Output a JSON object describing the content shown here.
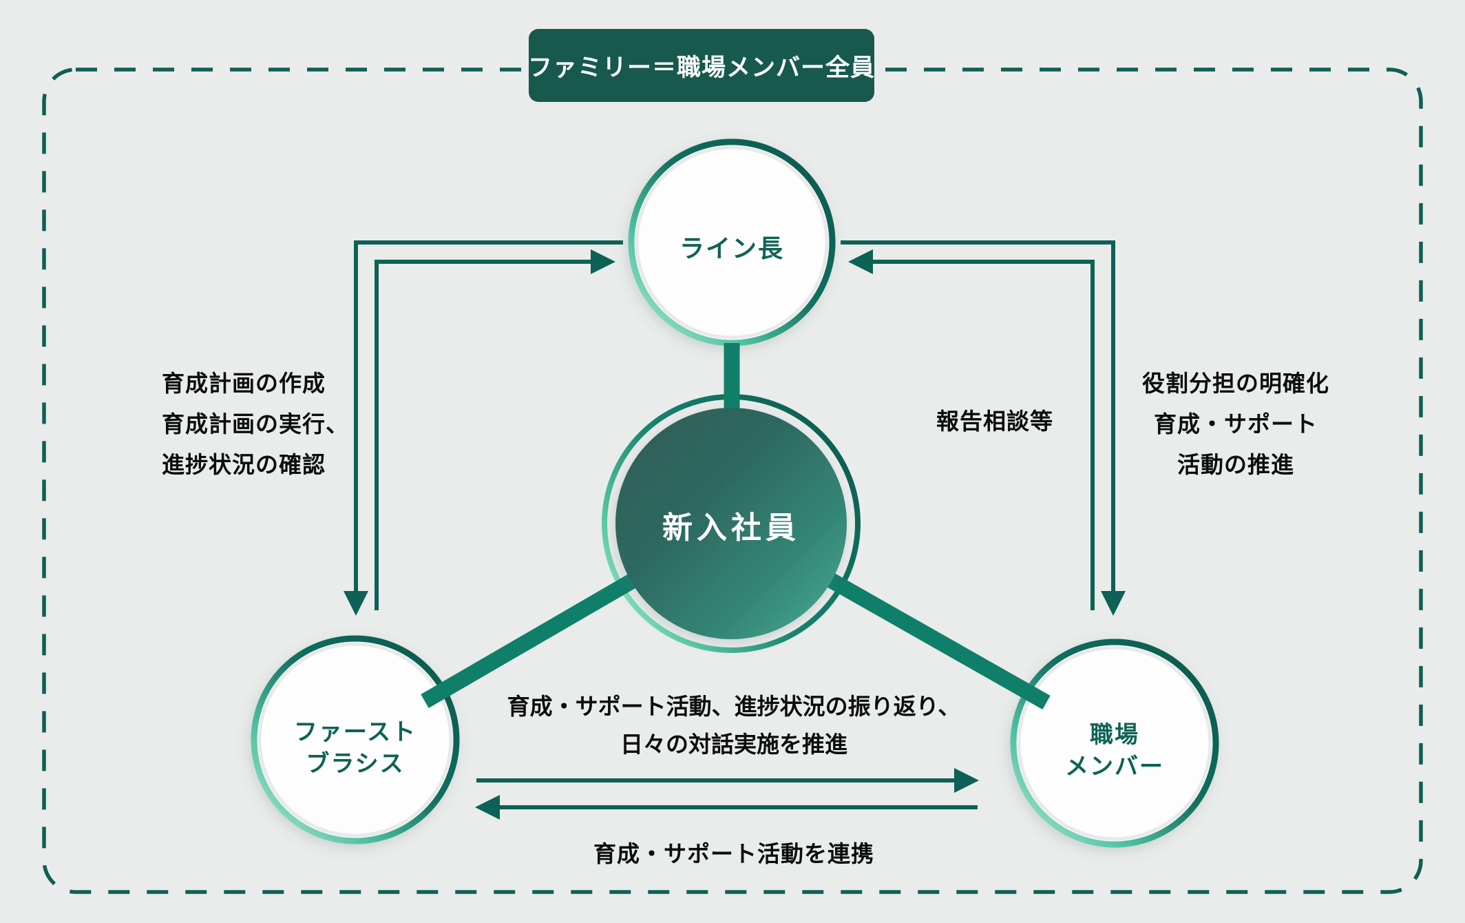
{
  "title": "ファミリー＝職場メンバー全員",
  "nodes": {
    "center": "新入社員",
    "top": "ライン長",
    "bottom_left_line1": "ファースト",
    "bottom_left_line2": "ブラシス",
    "bottom_right_line1": "職場",
    "bottom_right_line2": "メンバー"
  },
  "labels": {
    "left_line1": "育成計画の作成",
    "left_line2": "育成計画の実行、",
    "left_line3": "進捗状況の確認",
    "report": "報告相談等",
    "right_line1": "役割分担の明確化",
    "right_line2": "育成・サポート",
    "right_line3": "活動の推進",
    "bottom_mid_line1": "育成・サポート活動、進捗状況の振り返り、",
    "bottom_mid_line2": "日々の対話実施を推進",
    "bottom_link": "育成・サポート活動を連携"
  },
  "palette": {
    "background": "#e9eceb",
    "title_box_bg": "#17594d",
    "title_text": "#ffffff",
    "arrow_line": "#0e6157",
    "dashed_border": "#0f5f55",
    "thick_connector": "#0f7f6a",
    "circle_label_text": "#0d6355",
    "black_text": "#0c0d0d",
    "center_gradient_dark": "#1b4a41",
    "center_gradient_light": "#2f9e83",
    "ring_gradient_dark": "#07544a",
    "ring_gradient_mint": "#b2ecd6",
    "circle_fill": "#fdfdfd"
  }
}
